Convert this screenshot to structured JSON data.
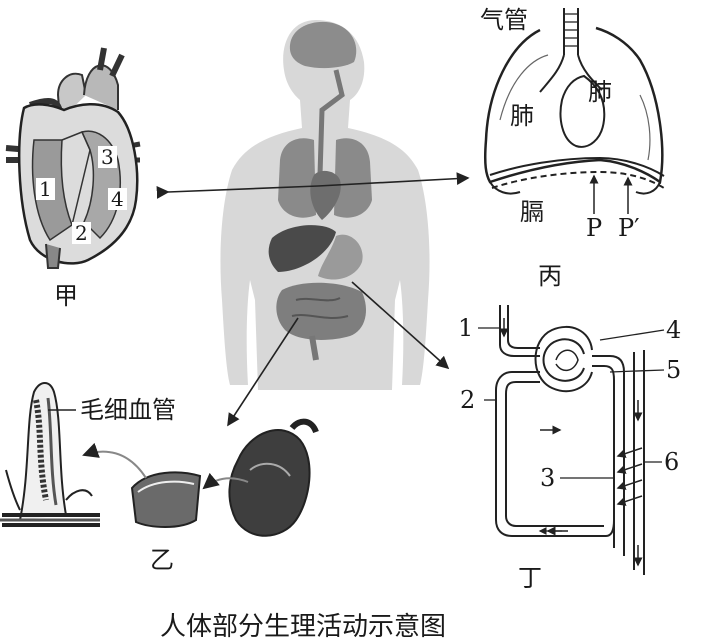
{
  "caption": "人体部分生理活动示意图",
  "heart": {
    "name": "甲",
    "chambers": [
      "1",
      "2",
      "3",
      "4"
    ]
  },
  "digestive": {
    "name": "乙",
    "capillary": "毛细血管"
  },
  "respiratory": {
    "name": "丙",
    "trachea": "气管",
    "lung_left": "肺",
    "lung_right": "肺",
    "diaphragm": "膈",
    "p": "P",
    "p_prime": "P′"
  },
  "kidney": {
    "name": "丁",
    "parts": [
      "1",
      "2",
      "3",
      "4",
      "5",
      "6"
    ]
  }
}
